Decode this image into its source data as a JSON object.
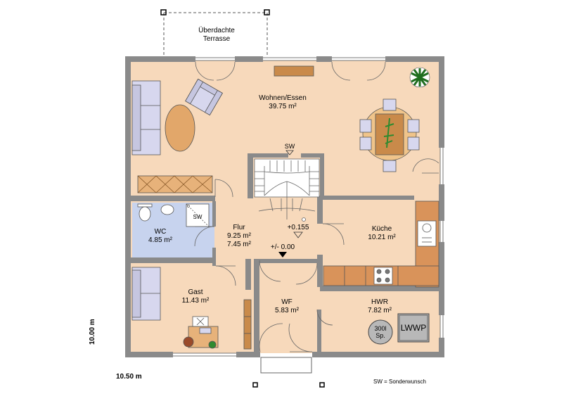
{
  "colors": {
    "wall": "#8a8a8a",
    "floor": "#f7d9bb",
    "wc_floor": "#c7d3ee",
    "furniture": "#d7d7ee",
    "plant": "#2f8a2f",
    "wood": "#c98a4a"
  },
  "terrace": {
    "line1": "Überdachte",
    "line2": "Terrasse"
  },
  "rooms": {
    "wohnen": {
      "name": "Wohnen/Essen",
      "area": "39.75 m²"
    },
    "wc": {
      "name": "WC",
      "area": "4.85 m²"
    },
    "flur": {
      "name": "Flur",
      "area1": "9.25 m²",
      "area2": "7.45 m²"
    },
    "kueche": {
      "name": "Küche",
      "area": "10.21 m²"
    },
    "gast": {
      "name": "Gast",
      "area": "11.43 m²"
    },
    "wf": {
      "name": "WF",
      "area": "5.83 m²"
    },
    "hwr": {
      "name": "HWR",
      "area": "7.82 m²"
    }
  },
  "markers": {
    "sw_stairs": "SW",
    "sw_shower": "SW",
    "level_upper": "+0.155",
    "level_ground": "+/- 0.00",
    "tank_line1": "300l",
    "tank_line2": "Sp.",
    "heatpump": "LWWP"
  },
  "dimensions": {
    "width": "10.50 m",
    "height": "10.00 m"
  },
  "legend": "SW = Sonderwunsch"
}
